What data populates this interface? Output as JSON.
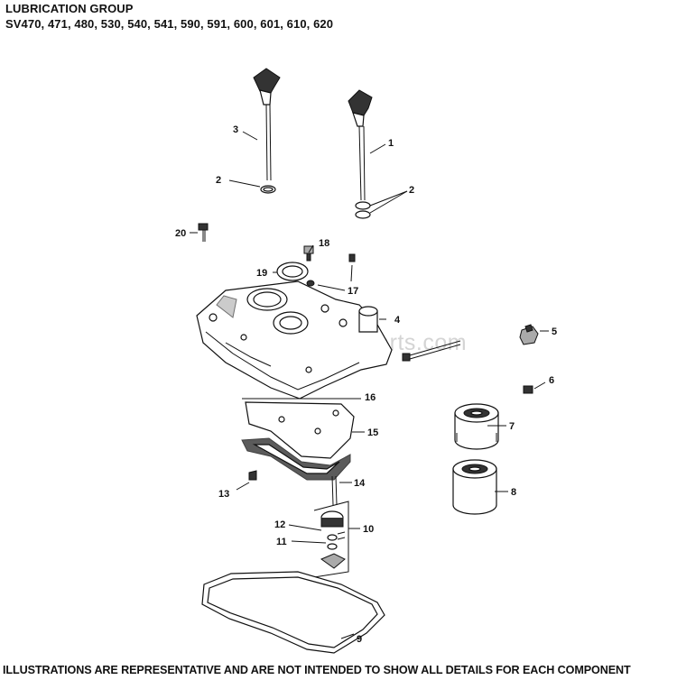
{
  "header": {
    "title": "LUBRICATION GROUP",
    "models": "SV470, 471, 480, 530, 540, 541, 590, 591, 600, 601, 610, 620"
  },
  "footer": "ILLUSTRATIONS ARE REPRESENTATIVE AND ARE NOT INTENDED TO SHOW ALL DETAILS FOR EACH COMPONENT",
  "watermark": "eReplacementParts.com",
  "callouts": {
    "c1": "1",
    "c2a": "2",
    "c2b": "2",
    "c3": "3",
    "c4": "4",
    "c5": "5",
    "c6": "6",
    "c7": "7",
    "c8": "8",
    "c9": "9",
    "c10": "10",
    "c11": "11",
    "c12": "12",
    "c13": "13",
    "c14": "14",
    "c15": "15",
    "c16": "16",
    "c17": "17",
    "c18": "18",
    "c19": "19",
    "c20": "20"
  }
}
